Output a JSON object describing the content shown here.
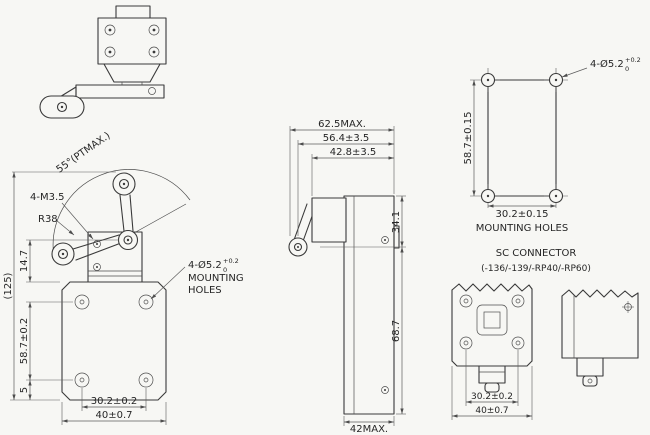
{
  "colors": {
    "line": "#3a3a3a",
    "background": "#f7f7f4"
  },
  "drawing": {
    "front_view": {
      "angle_label": "55°(PTMAX.)",
      "thread_label": "4-M3.5",
      "radius_label": "R38",
      "dim_overall_height": "(125)",
      "dim_head_offset": "14.7",
      "dim_hole_spacing_v": "58.7±0.2",
      "dim_base": "5",
      "dim_hole_spacing_h": "30.2±0.2",
      "dim_body_width": "40±0.7",
      "mounting_note": {
        "main": "4-Ø5.2",
        "sup": "+0.2",
        "sub": "0",
        "line2": "MOUNTING",
        "line3": "HOLES"
      }
    },
    "side_view": {
      "dim_depth_max": "62.5MAX.",
      "dim_roller_center": "56.4±3.5",
      "dim_head_depth": "42.8±3.5",
      "dim_head_height": "34.1",
      "dim_body_height": "68.7",
      "dim_width_max": "42MAX."
    },
    "mounting_holes_view": {
      "hole_note": {
        "main": "4-Ø5.2",
        "sup": "+0.2",
        "sub": "0"
      },
      "dim_vertical": "58.7±0.15",
      "dim_horizontal": "30.2±0.15",
      "caption": "MOUNTING HOLES"
    },
    "connector_view": {
      "title": "SC CONNECTOR",
      "subtitle": "(-136/-139/-RP40/-RP60)",
      "dim_hole_spacing": "30.2±0.2",
      "dim_body_width": "40±0.7"
    }
  }
}
